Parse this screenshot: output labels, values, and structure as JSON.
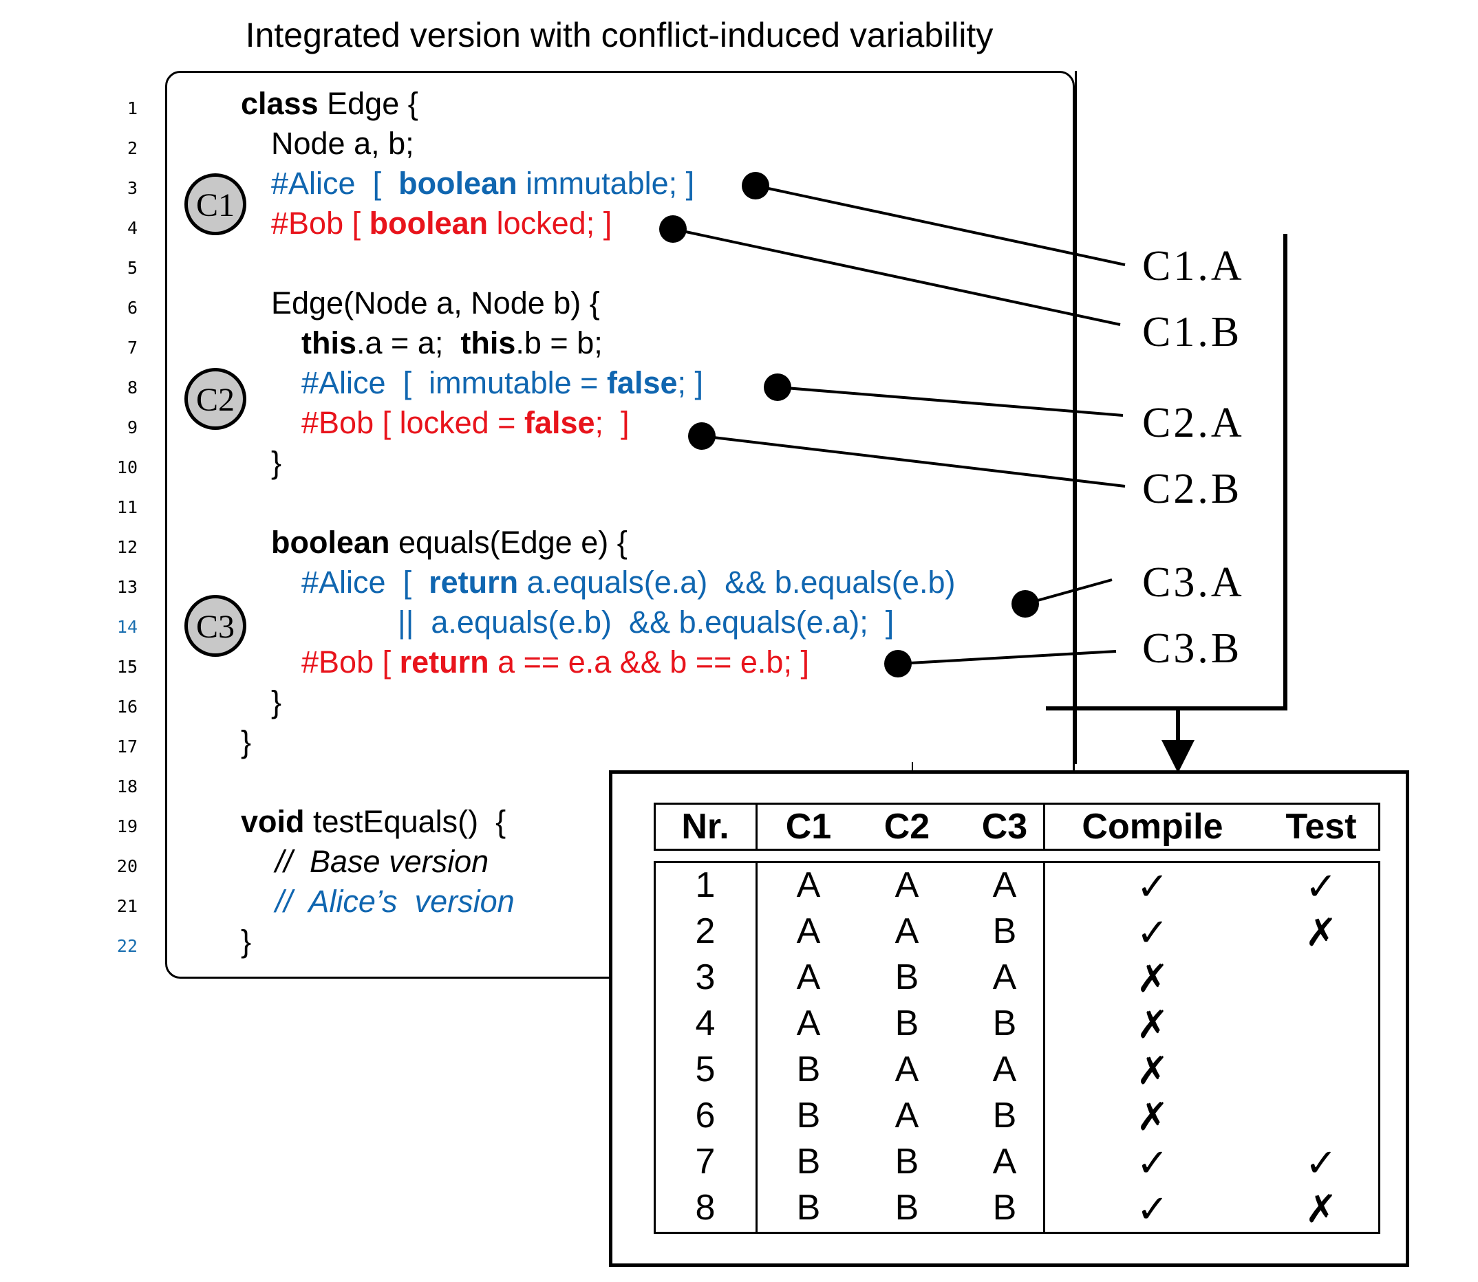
{
  "title": "Integrated version with conflict-induced variability",
  "line_numbers": [
    "1",
    "2",
    "3",
    "4",
    "5",
    "6",
    "7",
    "8",
    "9",
    "10",
    "11",
    "12",
    "13",
    "14",
    "15",
    "16",
    "17",
    "18",
    "19",
    "20",
    "21",
    "22"
  ],
  "code": {
    "l1_kw": "class",
    "l1_rest": " Edge {",
    "l2": "Node a, b;",
    "l3_tag": "#Alice  [  ",
    "l3_kw": "boolean",
    "l3_rest": " immutable; ]",
    "l4_tag": "#Bob [ ",
    "l4_kw": "boolean",
    "l4_rest": " locked; ]",
    "l6": "Edge(Node a, Node b) {",
    "l7_kw1": "this",
    "l7_mid": ".a = a;  ",
    "l7_kw2": "this",
    "l7_rest": ".b = b;",
    "l8_tag": "#Alice  [  immutable = ",
    "l8_kw": "false",
    "l8_rest": "; ]",
    "l9_tag": "#Bob [ locked = ",
    "l9_kw": "false",
    "l9_rest": ";  ]",
    "l10": "}",
    "l12_kw": "boolean",
    "l12_rest": " equals(Edge e) {",
    "l13_tag": "#Alice  [  ",
    "l13_kw": "return",
    "l13_rest": " a.equals(e.a)  && b.equals(e.b)",
    "l14": "||  a.equals(e.b)  && b.equals(e.a);  ]",
    "l15_tag": "#Bob [ ",
    "l15_kw": "return",
    "l15_rest": " a == e.a && b == e.b; ]",
    "l16": "}",
    "l17": "}",
    "l19_kw": "void",
    "l19_rest": " testEquals()  {",
    "l20": "//  Base version",
    "l21": "//  Alice’s  version",
    "l22": "}"
  },
  "conflicts": [
    "C1",
    "C2",
    "C3"
  ],
  "choice_labels": [
    "C1.A",
    "C1.B",
    "C2.A",
    "C2.B",
    "C3.A",
    "C3.B"
  ],
  "table": {
    "headers": [
      "Nr.",
      "C1",
      "C2",
      "C3",
      "Compile",
      "Test"
    ],
    "rows": [
      {
        "nr": "1",
        "c1": "A",
        "c2": "A",
        "c3": "A",
        "compile": "✓",
        "test": "✓"
      },
      {
        "nr": "2",
        "c1": "A",
        "c2": "A",
        "c3": "B",
        "compile": "✓",
        "test": "✗"
      },
      {
        "nr": "3",
        "c1": "A",
        "c2": "B",
        "c3": "A",
        "compile": "✗",
        "test": ""
      },
      {
        "nr": "4",
        "c1": "A",
        "c2": "B",
        "c3": "B",
        "compile": "✗",
        "test": ""
      },
      {
        "nr": "5",
        "c1": "B",
        "c2": "A",
        "c3": "A",
        "compile": "✗",
        "test": ""
      },
      {
        "nr": "6",
        "c1": "B",
        "c2": "A",
        "c3": "B",
        "compile": "✗",
        "test": ""
      },
      {
        "nr": "7",
        "c1": "B",
        "c2": "B",
        "c3": "A",
        "compile": "✓",
        "test": "✓"
      },
      {
        "nr": "8",
        "c1": "B",
        "c2": "B",
        "c3": "B",
        "compile": "✓",
        "test": "✗"
      }
    ]
  },
  "colors": {
    "alice": "#1066b0",
    "bob": "#e8141c",
    "conflict_fill": "#c8c8c8"
  }
}
